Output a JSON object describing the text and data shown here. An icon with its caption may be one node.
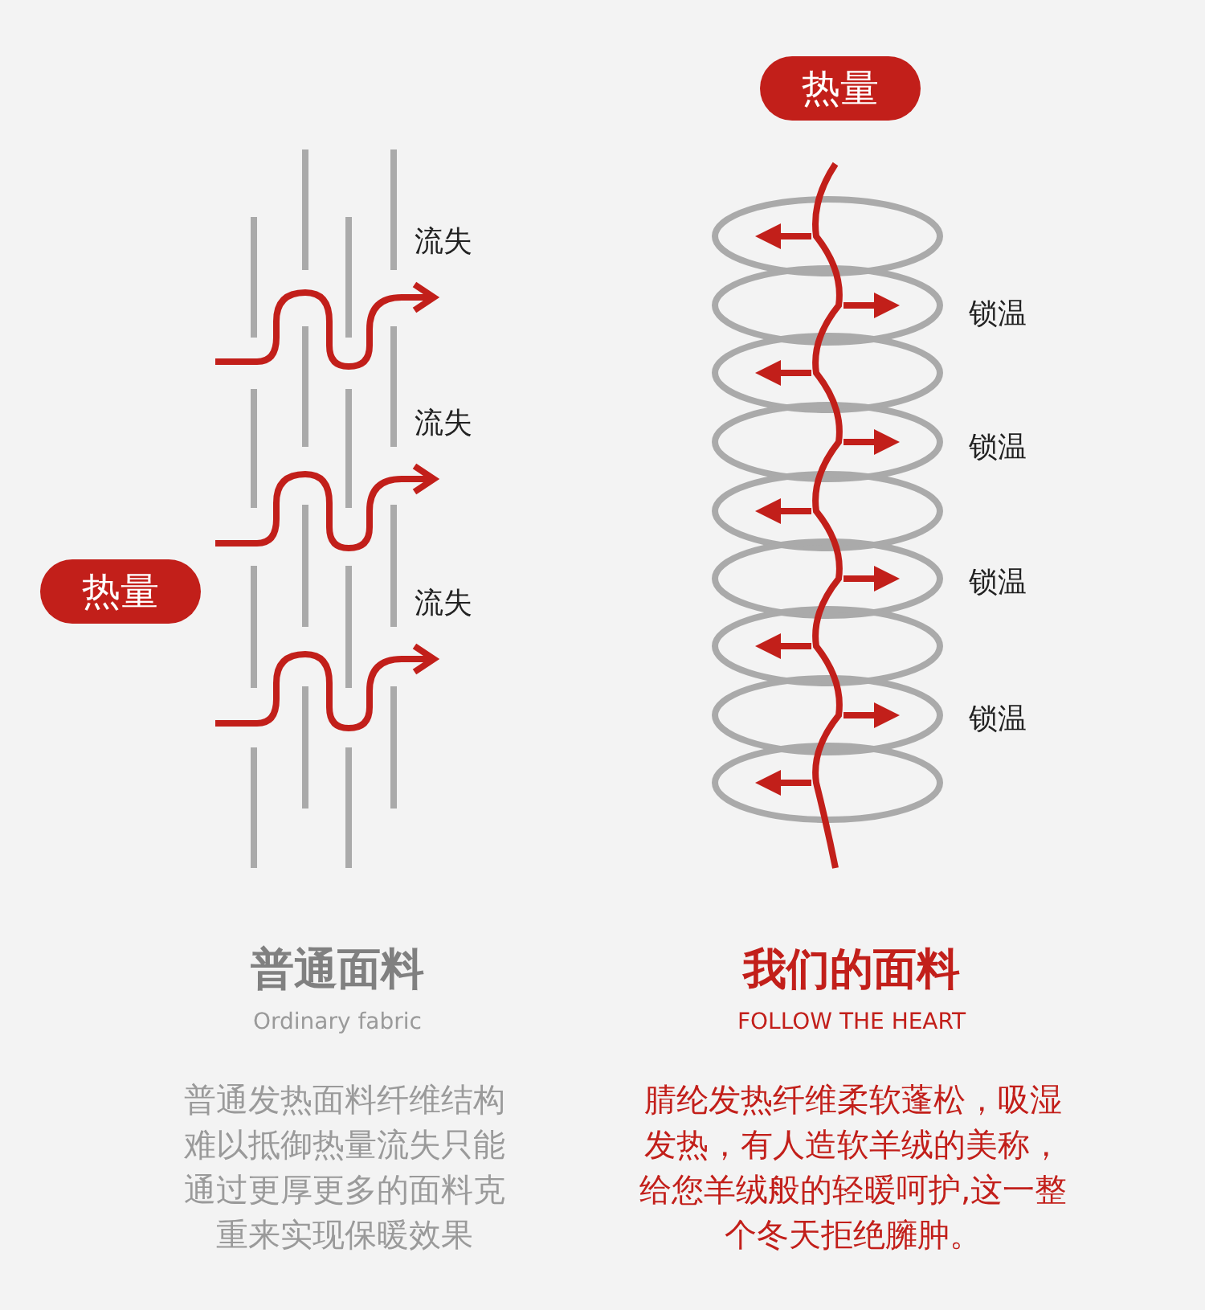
{
  "diagram": {
    "nodes": [
      {
        "text": [
          "热量"
        ]
      },
      {
        "text": [
          "流失"
        ]
      },
      {
        "text": [
          "流失"
        ]
      },
      {
        "text": [
          "流失"
        ]
      },
      {
        "text": [
          "热量"
        ]
      }
    ],
    "edges": [
      {
        "from": null,
        "to": 1,
        "arrow": "to"
      },
      {
        "from": null,
        "to": 2,
        "arrow": "to"
      },
      {
        "from": null,
        "to": 3,
        "arrow": "to"
      }
    ],
    "labels": [
      "锁温",
      "锁温",
      "锁温",
      "锁温",
      "普通面料",
      "Ordinary fabric",
      "普通发热面料纤维结构难以抵御热量流失只能通过更厚更多的面料克重来实现保暖效果",
      "我们的面料",
      "FOLLOW THE HEART",
      "腈纶发热纤维柔软蓬松，吸湿发热，有人造软羊绒的美称，给您羊绒般的轻暖呵护,这一整个冬天拒绝臃肿。"
    ]
  }
}
